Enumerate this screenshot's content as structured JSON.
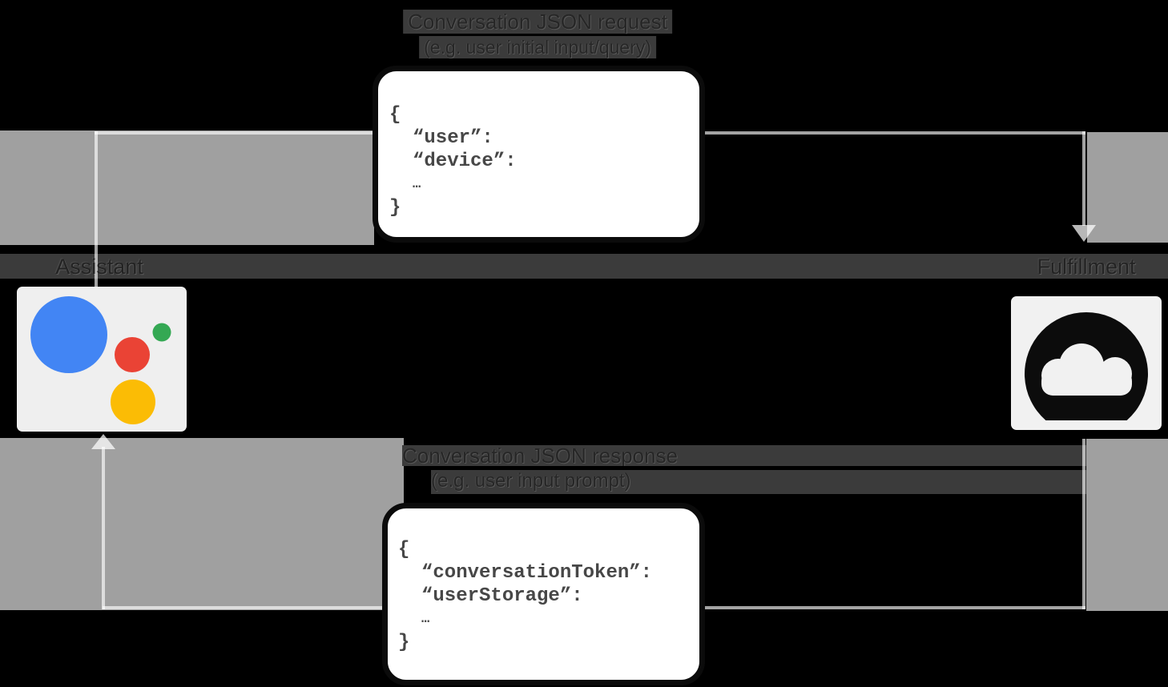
{
  "diagram": {
    "request_label": {
      "line1": "Conversation JSON request",
      "line2": "(e.g. user initial input/query)"
    },
    "response_label": {
      "line1": "Conversation JSON response",
      "line2": "(e.g. user input prompt)"
    },
    "actors": {
      "left": "Assistant",
      "right": "Fulfillment"
    },
    "request_json": {
      "open": "{",
      "line1": "“user”:",
      "line2": "“device”:",
      "ellipsis": "…",
      "close": "}"
    },
    "response_json": {
      "open": "{",
      "line1": "“conversationToken”:",
      "line2": "“userStorage”:",
      "ellipsis": "…",
      "close": "}"
    },
    "colors": {
      "background": "#000000",
      "arrow_fill_gray": "#a0a0a0",
      "label_strip": "#3b3b3b",
      "code_text": "#474747",
      "assistant_blue": "#4285f4",
      "assistant_red": "#ea4335",
      "assistant_yellow": "#fbbc05",
      "assistant_green": "#34a853",
      "cloud_black": "#0c0c0c"
    },
    "icons": {
      "left": "google-assistant-logo",
      "right": "cloud-fulfillment"
    }
  }
}
